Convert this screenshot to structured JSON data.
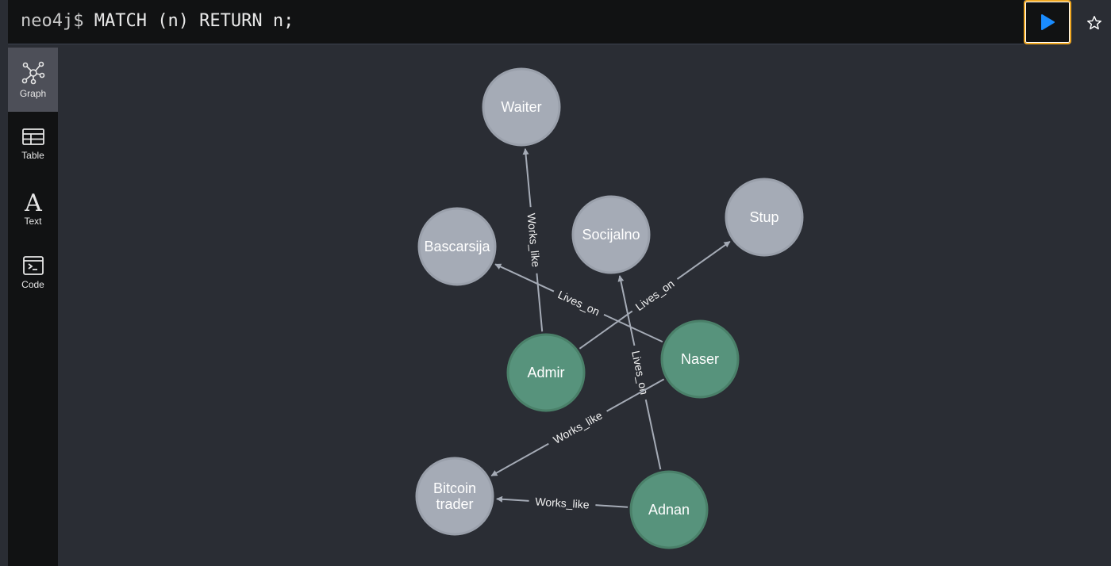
{
  "editor": {
    "prompt": "neo4j$",
    "query": "MATCH (n) RETURN n;"
  },
  "toolbar": {
    "run_icon": "play-icon",
    "favorite_icon": "star-icon"
  },
  "sidebar": {
    "items": [
      {
        "label": "Graph",
        "icon": "graph-icon",
        "active": true
      },
      {
        "label": "Table",
        "icon": "table-icon",
        "active": false
      },
      {
        "label": "Text",
        "icon": "text-icon",
        "active": false
      },
      {
        "label": "Code",
        "icon": "code-icon",
        "active": false
      }
    ]
  },
  "colors": {
    "accent": "#f0a823",
    "run": "#1a8cff",
    "node_gray": "#a5abb6",
    "node_gray_border": "#9aa0ab",
    "node_green": "#57937c",
    "node_green_border": "#4a8069",
    "edge": "#a5abb6"
  },
  "graph": {
    "nodes": [
      {
        "id": "waiter",
        "label": [
          "Waiter"
        ],
        "type": "gray"
      },
      {
        "id": "bascarsija",
        "label": [
          "Bascarsija"
        ],
        "type": "gray"
      },
      {
        "id": "socijalno",
        "label": [
          "Socijalno"
        ],
        "type": "gray"
      },
      {
        "id": "stup",
        "label": [
          "Stup"
        ],
        "type": "gray"
      },
      {
        "id": "admir",
        "label": [
          "Admir"
        ],
        "type": "green"
      },
      {
        "id": "naser",
        "label": [
          "Naser"
        ],
        "type": "green"
      },
      {
        "id": "bitcoin",
        "label": [
          "Bitcoin",
          "trader"
        ],
        "type": "gray"
      },
      {
        "id": "adnan",
        "label": [
          "Adnan"
        ],
        "type": "green"
      }
    ],
    "edges": [
      {
        "from": "admir",
        "to": "waiter",
        "label": "Works_like"
      },
      {
        "from": "naser",
        "to": "bascarsija",
        "label": "Lives_on"
      },
      {
        "from": "admir",
        "to": "stup",
        "label": "Lives_on"
      },
      {
        "from": "adnan",
        "to": "socijalno",
        "label": "Lives_on"
      },
      {
        "from": "naser",
        "to": "bitcoin",
        "label": "Works_like"
      },
      {
        "from": "adnan",
        "to": "bitcoin",
        "label": "Works_like"
      }
    ]
  }
}
